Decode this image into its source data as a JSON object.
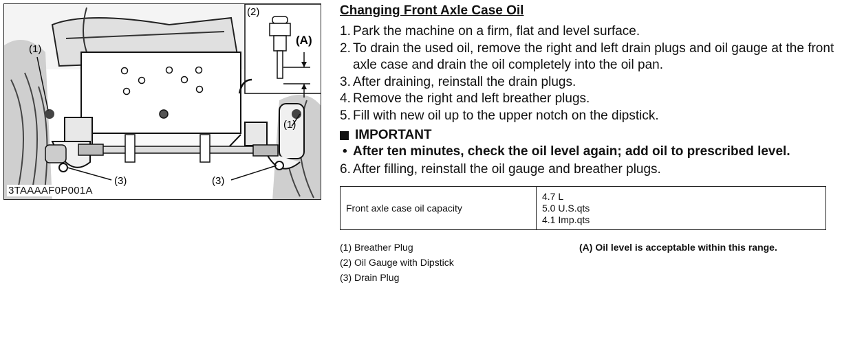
{
  "figure": {
    "code": "3TAAAAF0P001A",
    "callouts": {
      "breather_left": "(1)",
      "breather_right": "(1)",
      "gauge_inset": "(2)",
      "level_range": "(A)",
      "drain_left": "(3)",
      "drain_right": "(3)"
    }
  },
  "section": {
    "title": "Changing Front Axle Case Oil",
    "steps": [
      {
        "num": "1.",
        "text": "Park the machine on a firm, flat and level surface."
      },
      {
        "num": "2.",
        "text": "To drain the used oil, remove the right and left drain plugs and oil gauge at the front axle case and drain the oil completely into the oil pan."
      },
      {
        "num": "3.",
        "text": "After draining, reinstall the drain plugs."
      },
      {
        "num": "4.",
        "text": "Remove the right and left breather plugs."
      },
      {
        "num": "5.",
        "text": "Fill with new oil up to the upper notch on the dipstick."
      }
    ],
    "important": {
      "title": "IMPORTANT",
      "bullet": "•",
      "text": "After ten minutes, check the oil level again; add oil to prescribed level."
    },
    "step6": {
      "num": "6.",
      "text": "After filling, reinstall the oil gauge and breather plugs."
    }
  },
  "capacity_table": {
    "label": "Front axle case oil capacity",
    "values": [
      "4.7 L",
      "5.0 U.S.qts",
      "4.1 Imp.qts"
    ]
  },
  "legend": {
    "items": [
      "(1) Breather Plug",
      "(2) Oil Gauge with Dipstick",
      "(3) Drain Plug"
    ],
    "note": "(A) Oil level is acceptable within this range."
  }
}
